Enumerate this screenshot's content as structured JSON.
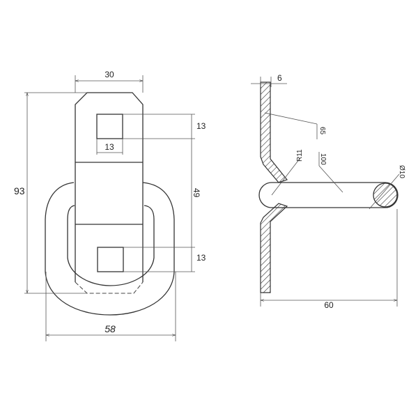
{
  "front_view": {
    "dim_width_top": "30",
    "dim_square_height_top": "13",
    "dim_square_width": "13",
    "dim_square_height_bottom": "13",
    "dim_hole_spacing": "49",
    "dim_total_height": "93",
    "dim_ring_width": "58"
  },
  "side_view": {
    "dim_plate_thickness": "6",
    "dim_angle_note": "65",
    "dim_length_note": "100",
    "dim_bend_radius": "R11",
    "dim_rod_diameter": "Ø10",
    "dim_projection": "60"
  }
}
